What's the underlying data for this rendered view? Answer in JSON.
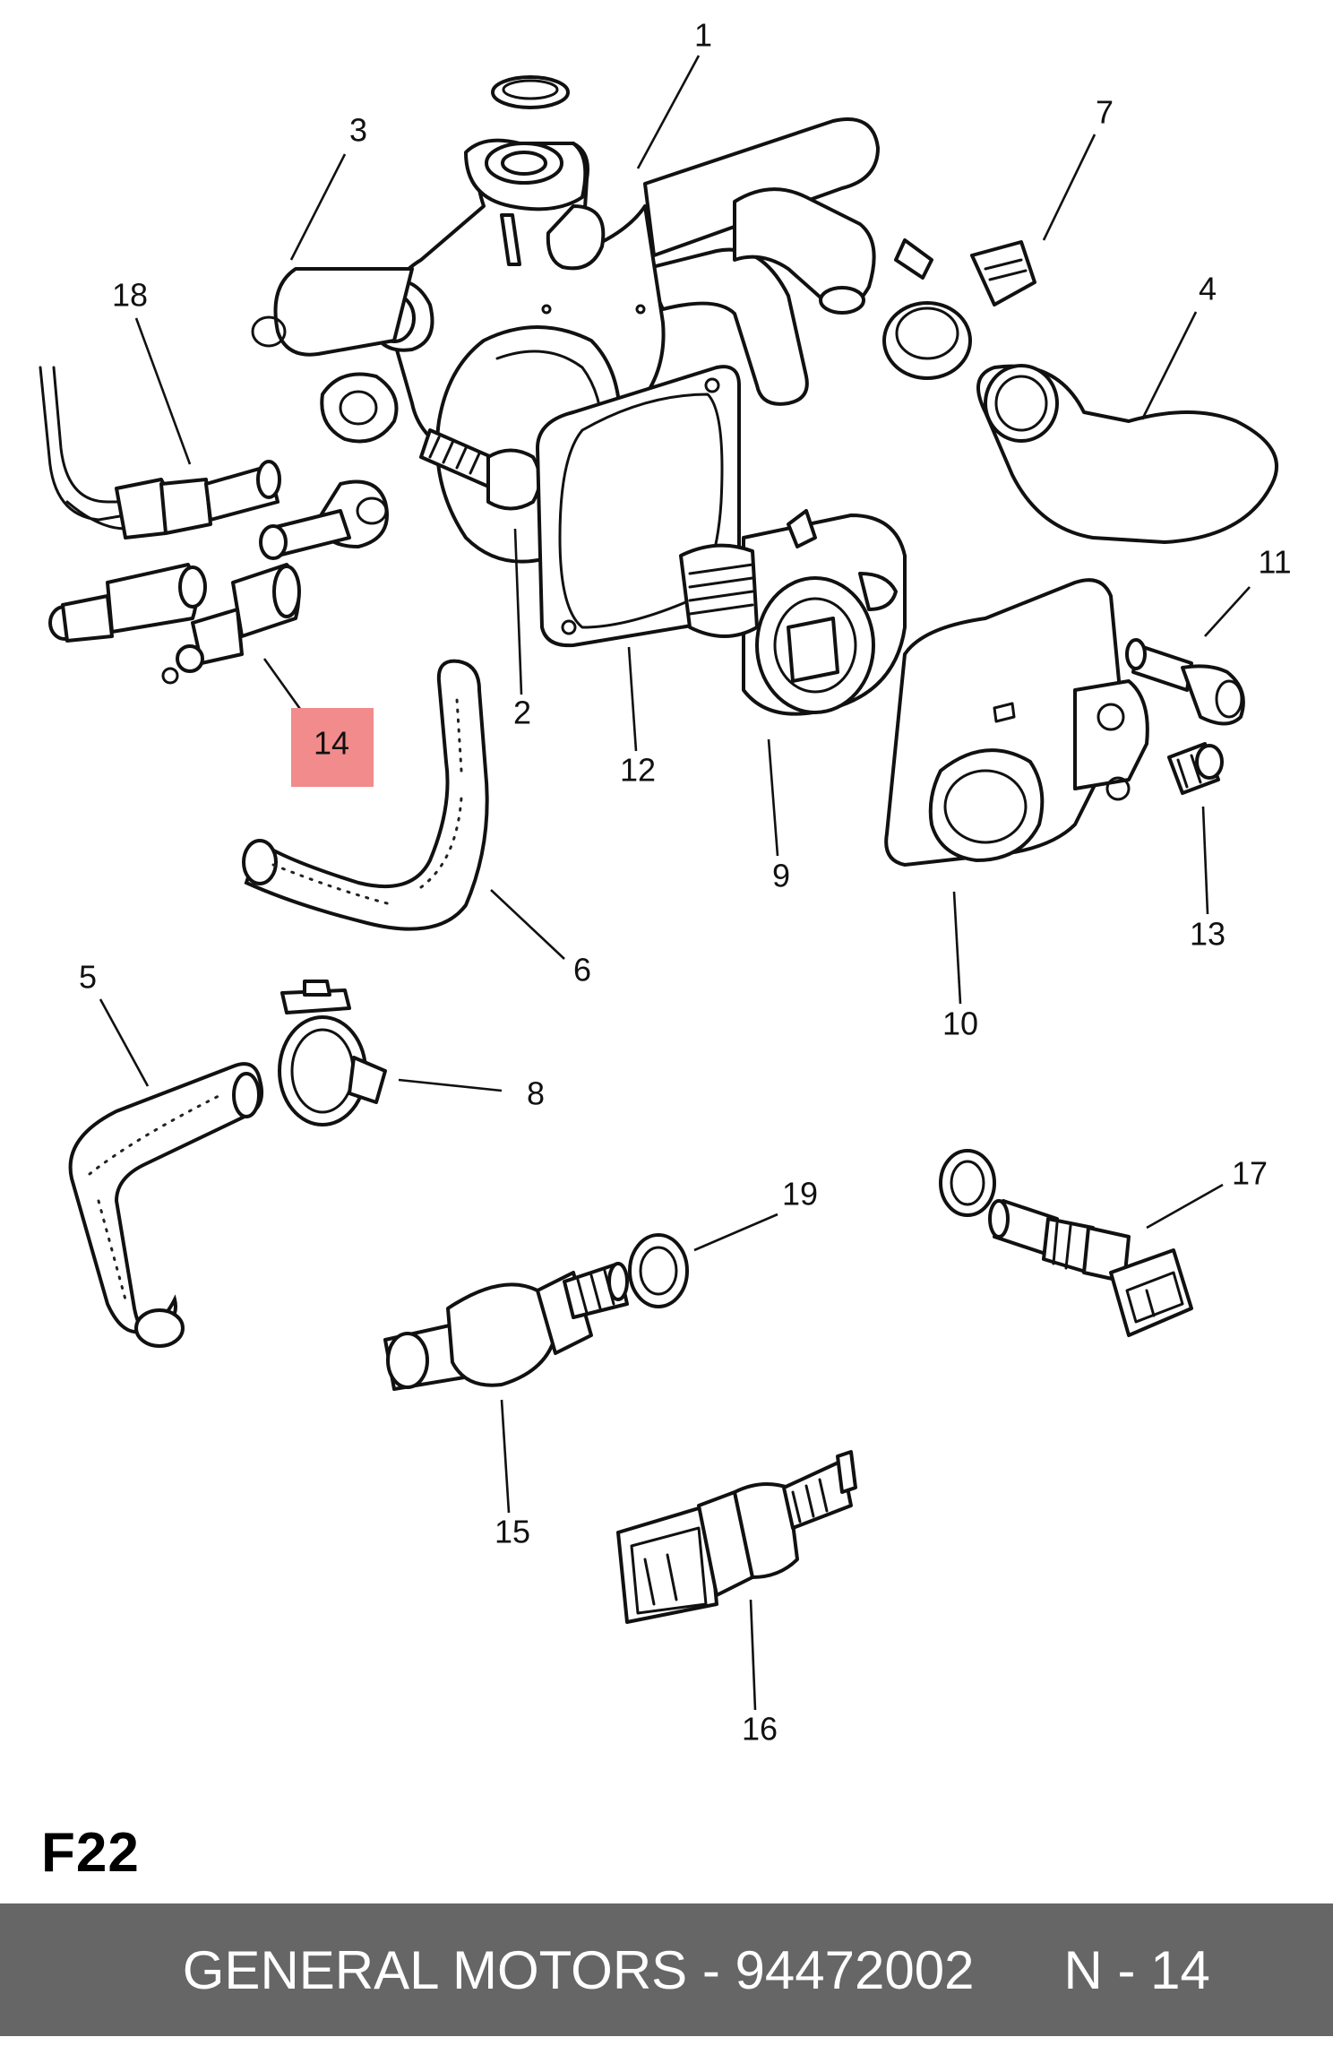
{
  "diagram": {
    "page_code": "F22",
    "highlight_color": "#f28b8b",
    "highlighted_part": "14",
    "callouts": [
      "1",
      "2",
      "3",
      "4",
      "5",
      "6",
      "7",
      "8",
      "9",
      "10",
      "11",
      "12",
      "13",
      "14",
      "15",
      "16",
      "17",
      "18",
      "19"
    ]
  },
  "footer": {
    "brand": "GENERAL MOTORS",
    "part_number": "94472002",
    "reference": "N - 14",
    "background": "#666666",
    "text_color": "#ffffff"
  }
}
